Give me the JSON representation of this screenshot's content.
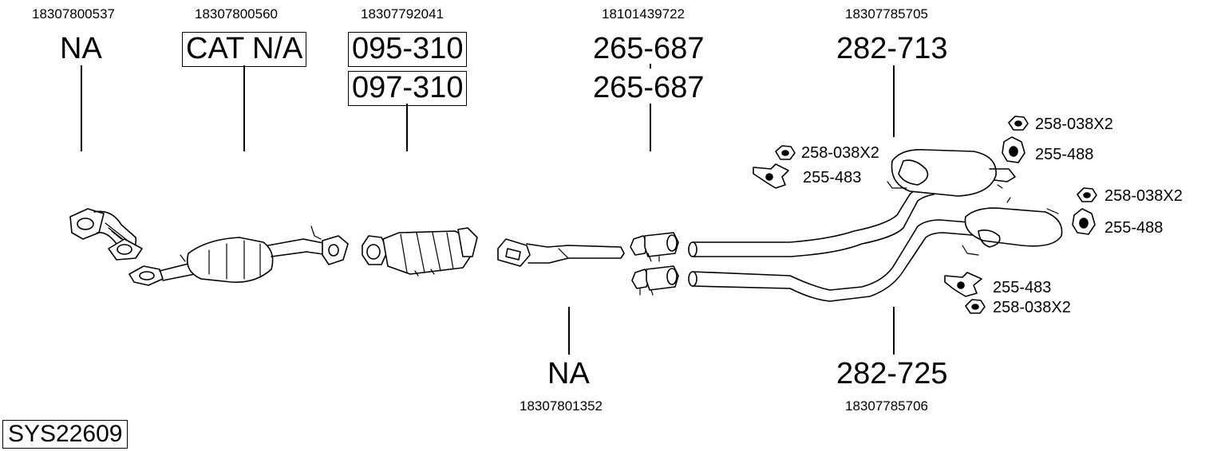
{
  "system_code": "SYS22609",
  "top_labels": [
    {
      "oem": "18307800537",
      "part": "NA"
    },
    {
      "oem": "18307800560",
      "part": "CAT N/A"
    },
    {
      "oem": "18307792041",
      "part": "095-310",
      "part2": "097-310"
    },
    {
      "oem": "18101439722",
      "part": "265-687",
      "part2": "265-687"
    },
    {
      "oem": "18307785705",
      "part": "282-713"
    }
  ],
  "bottom_labels": [
    {
      "oem": "18307801352",
      "part": "NA"
    },
    {
      "oem": "18307785706",
      "part": "282-725"
    }
  ],
  "hardware": [
    {
      "label": "258-038X2",
      "icon": "nut-icon"
    },
    {
      "label": "255-483",
      "icon": "rubber-mount-icon"
    },
    {
      "label": "258-038X2",
      "icon": "nut-icon"
    },
    {
      "label": "255-488",
      "icon": "rubber-mount-icon"
    },
    {
      "label": "258-038X2",
      "icon": "nut-icon"
    },
    {
      "label": "255-488",
      "icon": "rubber-mount-icon"
    },
    {
      "label": "255-483",
      "icon": "rubber-mount-icon"
    },
    {
      "label": "258-038X2",
      "icon": "nut-icon"
    }
  ]
}
